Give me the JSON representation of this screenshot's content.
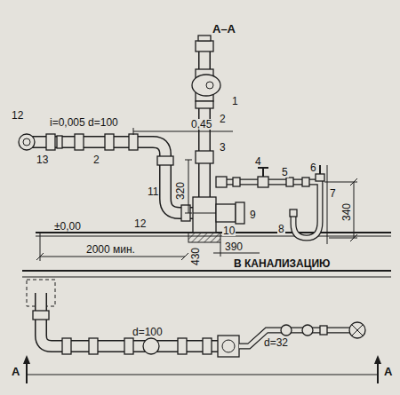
{
  "diagram": {
    "labels": [
      "А–А",
      "1",
      "2",
      "3",
      "4",
      "5",
      "6",
      "7",
      "8",
      "12",
      "13",
      "2",
      "11",
      "9",
      "10",
      "12",
      "i=0,005 d=100",
      "0,45",
      "320",
      "340",
      "±0,00",
      "430",
      "390",
      "2000 мин.",
      "В КАНАЛИЗАЦИЮ",
      "d=100",
      "d=32",
      "А",
      "А"
    ]
  }
}
